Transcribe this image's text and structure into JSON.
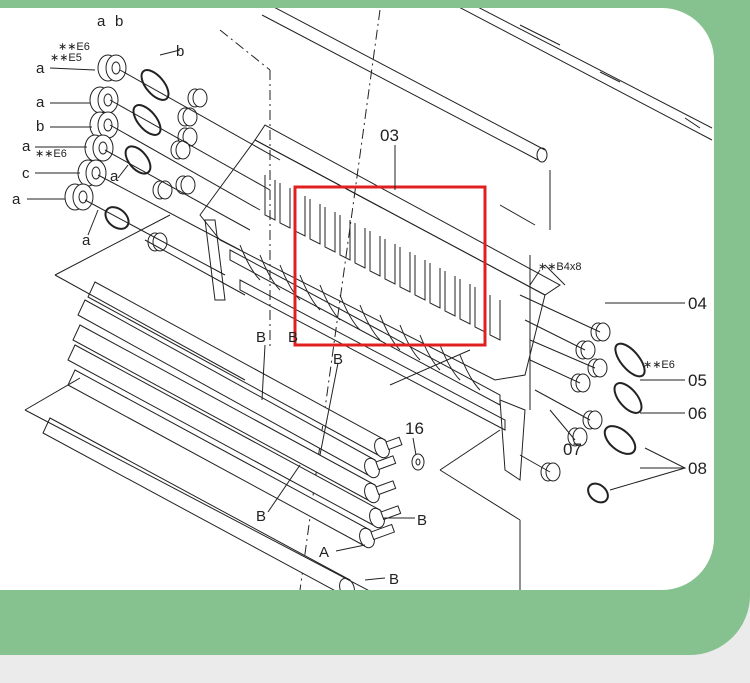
{
  "diagram": {
    "part_numbers": {
      "p03": "03",
      "p04": "04",
      "p05": "05",
      "p06": "06",
      "p07": "07",
      "p08": "08",
      "p16": "16"
    },
    "letter_callouts": {
      "a": "a",
      "b": "b",
      "c": "c",
      "A": "A",
      "B": "B"
    },
    "notes": {
      "e6": "∗∗E6",
      "e5": "∗∗E5",
      "screws": "∗∗B4x8"
    },
    "colors": {
      "frame": "#86c190",
      "highlight": "#e02020",
      "line": "#222222"
    }
  }
}
